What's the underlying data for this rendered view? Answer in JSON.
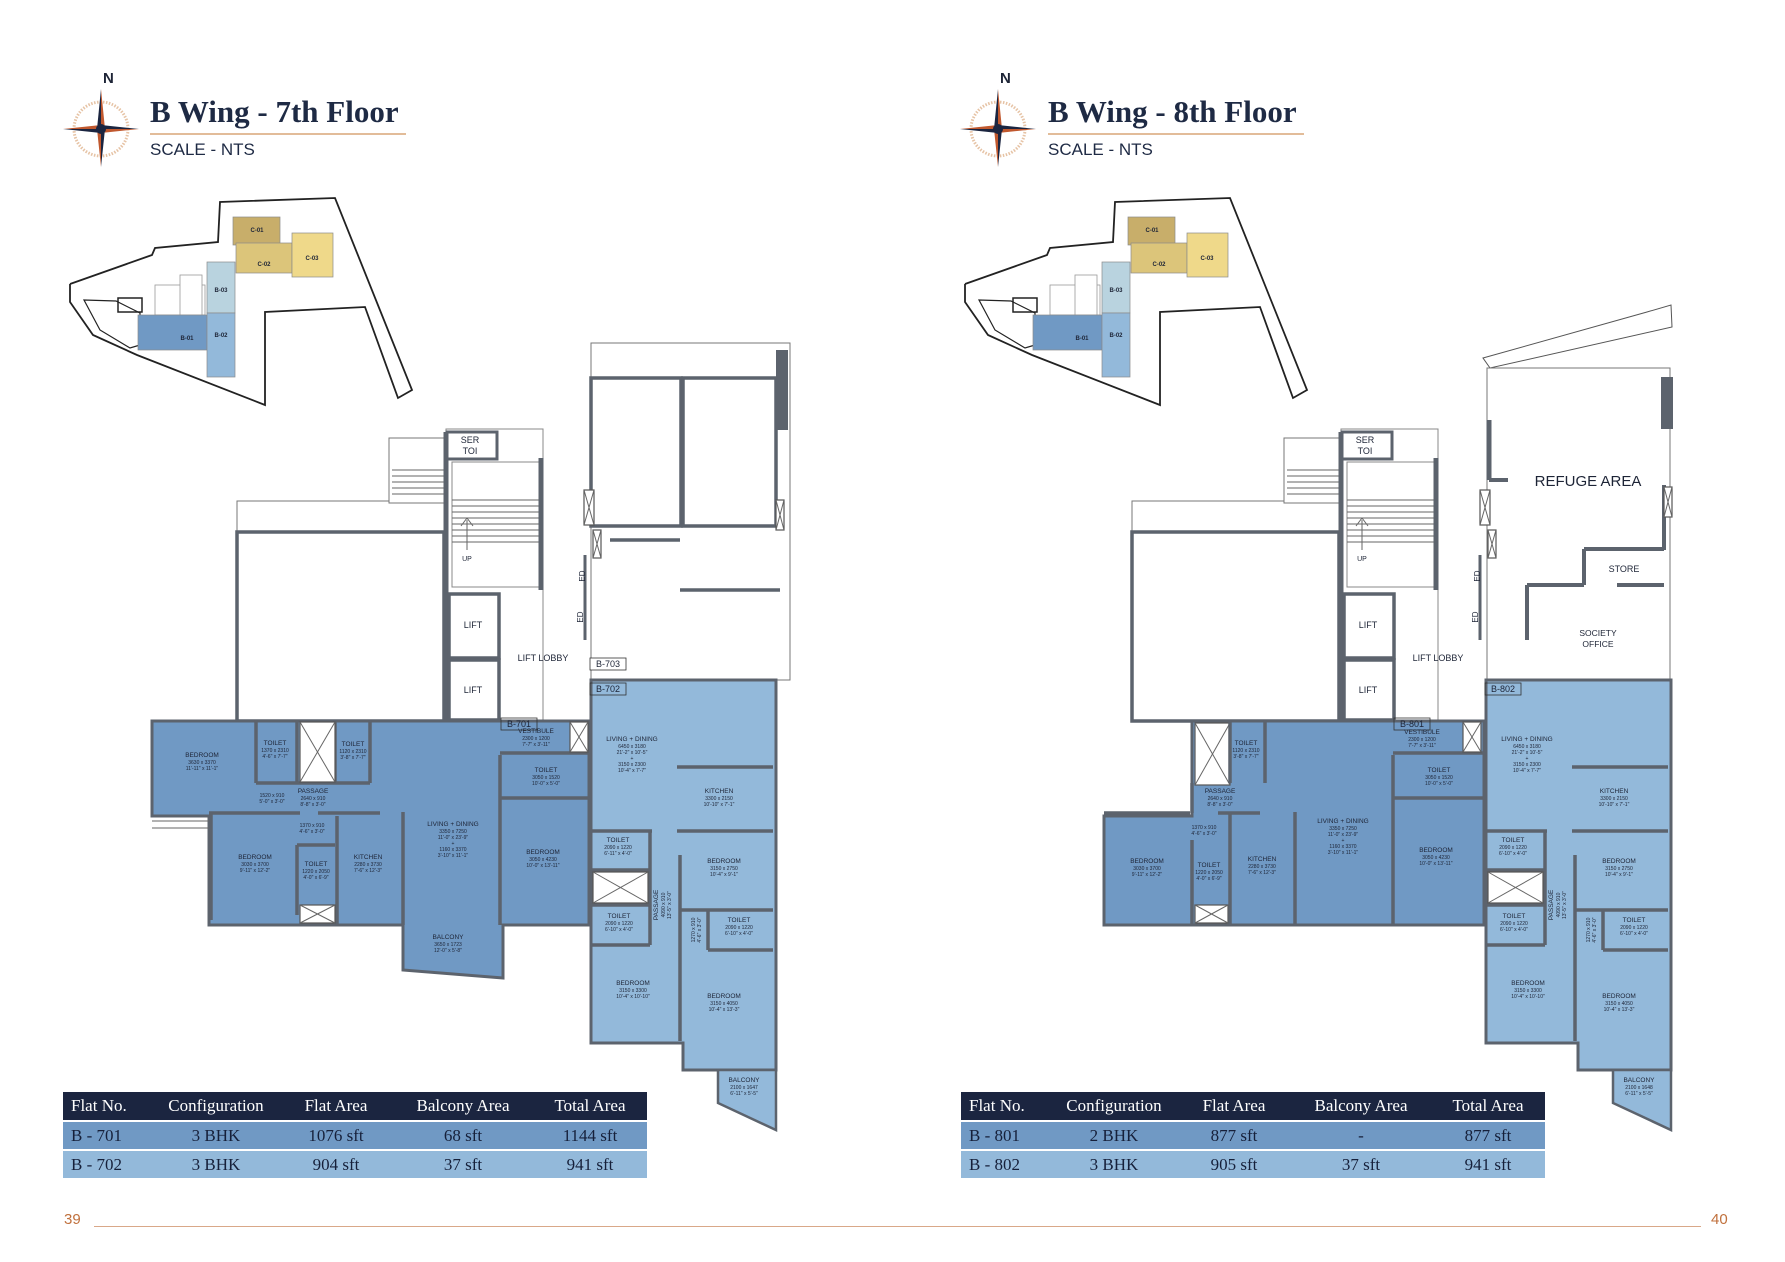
{
  "colors": {
    "navy": "#1b2540",
    "unit_dark": "#7099c4",
    "unit_light": "#93b9da",
    "wall": "#5c636d",
    "accent": "#c0703c",
    "c01": "#c8ae6a",
    "c02": "#dcc57a",
    "c03": "#efd98a",
    "b03": "#b9d3df"
  },
  "pages": [
    {
      "north": "N",
      "title": "B Wing - 7th Floor",
      "scale": "SCALE - NTS",
      "page_number": "39",
      "key_plan": {
        "labels": [
          "C-01",
          "C-02",
          "C-03",
          "B-03",
          "B-01",
          "B-02"
        ]
      },
      "plan": {
        "core_labels": [
          "SER",
          "TOI",
          "UP",
          "LIFT",
          "LIFT",
          "LIFT LOBBY",
          "ED",
          "ED"
        ],
        "unit_tags": [
          "B-701",
          "B-702",
          "B-703"
        ],
        "rooms": [
          {
            "name": "BEDROOM",
            "dims": [
              "3630 x 3370",
              "11'-11\" x 11'-1\""
            ]
          },
          {
            "name": "TOILET",
            "dims": [
              "1370 x 2310",
              "4'-6\" x 7'-7\""
            ]
          },
          {
            "name": "TOILET",
            "dims": [
              "1120 x 2310",
              "3'-8\" x 7'-7\""
            ]
          },
          {
            "name": "PASSAGE",
            "dims": [
              "2640 x 910",
              "8'-8\" x 3'-0\""
            ]
          },
          {
            "name": "",
            "dims": [
              "1520 x 910",
              "5'-0\" x 3'-0\""
            ]
          },
          {
            "name": "",
            "dims": [
              "1370 x 910",
              "4'-6\" x 3'-0\""
            ]
          },
          {
            "name": "BEDROOM",
            "dims": [
              "3030 x 3700",
              "9'-11\" x 12'-2\""
            ]
          },
          {
            "name": "TOILET",
            "dims": [
              "1220 x 2050",
              "4'-0\" x 6'-9\""
            ]
          },
          {
            "name": "KITCHEN",
            "dims": [
              "2280 x 3730",
              "7'-6\" x 12'-3\""
            ]
          },
          {
            "name": "LIVING + DINING",
            "dims": [
              "3350 x 7250",
              "11'-0\" x 23'-9\"",
              "+",
              "1160 x 3370",
              "3'-10\" x 11'-1\""
            ]
          },
          {
            "name": "VESTIBULE",
            "dims": [
              "2300 x 1200",
              "7'-7\" x 3'-11\""
            ]
          },
          {
            "name": "TOILET",
            "dims": [
              "3050 x 1520",
              "10'-0\" x 5'-0\""
            ]
          },
          {
            "name": "BEDROOM",
            "dims": [
              "3050 x 4230",
              "10'-0\" x 13'-11\""
            ]
          },
          {
            "name": "BALCONY",
            "dims": [
              "3650 x 1723",
              "12'-0\" x 5'-8\""
            ]
          },
          {
            "name": "LIVING + DINING",
            "dims": [
              "6450 x 3180",
              "21'-2\" x 10'-5\"",
              "+",
              "3150 x 2300",
              "10'-4\" x 7'-7\""
            ]
          },
          {
            "name": "KITCHEN",
            "dims": [
              "3300 x 2150",
              "10'-10\" x 7'-1\""
            ]
          },
          {
            "name": "TOILET",
            "dims": [
              "2090 x 1220",
              "6'-11\" x 4'-0\""
            ]
          },
          {
            "name": "BEDROOM",
            "dims": [
              "3150 x 2750",
              "10'-4\" x 9'-1\""
            ]
          },
          {
            "name": "PASSAGE",
            "dims": [
              "4090 x 910",
              "13'-5\" x 3'-0\""
            ]
          },
          {
            "name": "TOILET",
            "dims": [
              "2090 x 1220",
              "6'-10\" x 4'-0\""
            ]
          },
          {
            "name": "",
            "dims": [
              "1270 x 910",
              "4'-6\" x 3'-0\""
            ]
          },
          {
            "name": "TOILET",
            "dims": [
              "2090 x 1220",
              "6'-10\" x 4'-0\""
            ]
          },
          {
            "name": "BEDROOM",
            "dims": [
              "3150 x 3300",
              "10'-4\" x 10'-10\""
            ]
          },
          {
            "name": "BEDROOM",
            "dims": [
              "3150 x 4050",
              "10'-4\" x 13'-3\""
            ]
          },
          {
            "name": "BALCONY",
            "dims": [
              "2100 x 1647",
              "6'-11\" x 5'-5\""
            ]
          }
        ]
      },
      "table": {
        "headers": [
          "Flat No.",
          "Configuration",
          "Flat Area",
          "Balcony Area",
          "Total Area"
        ],
        "rows": [
          [
            "B - 701",
            "3 BHK",
            "1076 sft",
            "68 sft",
            "1144 sft"
          ],
          [
            "B - 702",
            "3 BHK",
            "904 sft",
            "37 sft",
            "941 sft"
          ]
        ]
      }
    },
    {
      "north": "N",
      "title": "B Wing - 8th Floor",
      "scale": "SCALE - NTS",
      "page_number": "40",
      "key_plan": {
        "labels": [
          "C-01",
          "C-02",
          "C-03",
          "B-03",
          "B-01",
          "B-02"
        ]
      },
      "plan": {
        "core_labels": [
          "SER",
          "TOI",
          "UP",
          "LIFT",
          "LIFT",
          "LIFT LOBBY",
          "ED",
          "ED"
        ],
        "unit_tags": [
          "B-801",
          "B-802"
        ],
        "special_labels": [
          "REFUGE AREA",
          "STORE",
          "SOCIETY",
          "OFFICE"
        ],
        "rooms": [
          {
            "name": "TOILET",
            "dims": [
              "1120 x 2310",
              "3'-8\" x 7'-7\""
            ]
          },
          {
            "name": "PASSAGE",
            "dims": [
              "2640 x 910",
              "8'-8\" x 3'-0\""
            ]
          },
          {
            "name": "",
            "dims": [
              "1370 x 910",
              "4'-6\" x 3'-0\""
            ]
          },
          {
            "name": "BEDROOM",
            "dims": [
              "3030 x 3700",
              "9'-11\" x 12'-2\""
            ]
          },
          {
            "name": "TOILET",
            "dims": [
              "1220 x 2050",
              "4'-0\" x 6'-9\""
            ]
          },
          {
            "name": "KITCHEN",
            "dims": [
              "2280 x 3730",
              "7'-6\" x 12'-3\""
            ]
          },
          {
            "name": "LIVING + DINING",
            "dims": [
              "3350 x 7250",
              "11'-0\" x 23'-9\"",
              "+",
              "1160 x 3370",
              "3'-10\" x 11'-1\""
            ]
          },
          {
            "name": "VESTIBULE",
            "dims": [
              "2300 x 1200",
              "7'-7\" x 3'-11\""
            ]
          },
          {
            "name": "TOILET",
            "dims": [
              "3050 x 1520",
              "10'-0\" x 5'-0\""
            ]
          },
          {
            "name": "BEDROOM",
            "dims": [
              "3050 x 4230",
              "10'-0\" x 13'-11\""
            ]
          },
          {
            "name": "LIVING + DINING",
            "dims": [
              "6450 x 3180",
              "21'-2\" x 10'-5\"",
              "+",
              "3150 x 2300",
              "10'-4\" x 7'-7\""
            ]
          },
          {
            "name": "KITCHEN",
            "dims": [
              "3300 x 2150",
              "10'-10\" x 7'-1\""
            ]
          },
          {
            "name": "TOILET",
            "dims": [
              "2090 x 1220",
              "6'-10\" x 4'-0\""
            ]
          },
          {
            "name": "BEDROOM",
            "dims": [
              "3150 x 2750",
              "10'-4\" x 9'-1\""
            ]
          },
          {
            "name": "PASSAGE",
            "dims": [
              "4090 x 910",
              "13'-5\" x 3'-0\""
            ]
          },
          {
            "name": "TOILET",
            "dims": [
              "2090 x 1220",
              "6'-10\" x 4'-0\""
            ]
          },
          {
            "name": "",
            "dims": [
              "1270 x 910",
              "4'-6\" x 3'-0\""
            ]
          },
          {
            "name": "TOILET",
            "dims": [
              "2090 x 1220",
              "6'-10\" x 4'-0\""
            ]
          },
          {
            "name": "BEDROOM",
            "dims": [
              "3150 x 3300",
              "10'-4\" x 10'-10\""
            ]
          },
          {
            "name": "BEDROOM",
            "dims": [
              "3150 x 4050",
              "10'-4\" x 13'-3\""
            ]
          },
          {
            "name": "BALCONY",
            "dims": [
              "2100 x 1648",
              "6'-11\" x 5'-5\""
            ]
          }
        ]
      },
      "table": {
        "headers": [
          "Flat No.",
          "Configuration",
          "Flat Area",
          "Balcony Area",
          "Total Area"
        ],
        "rows": [
          [
            "B - 801",
            "2 BHK",
            "877 sft",
            "-",
            "877 sft"
          ],
          [
            "B - 802",
            "3 BHK",
            "905 sft",
            "37 sft",
            "941 sft"
          ]
        ]
      }
    }
  ]
}
